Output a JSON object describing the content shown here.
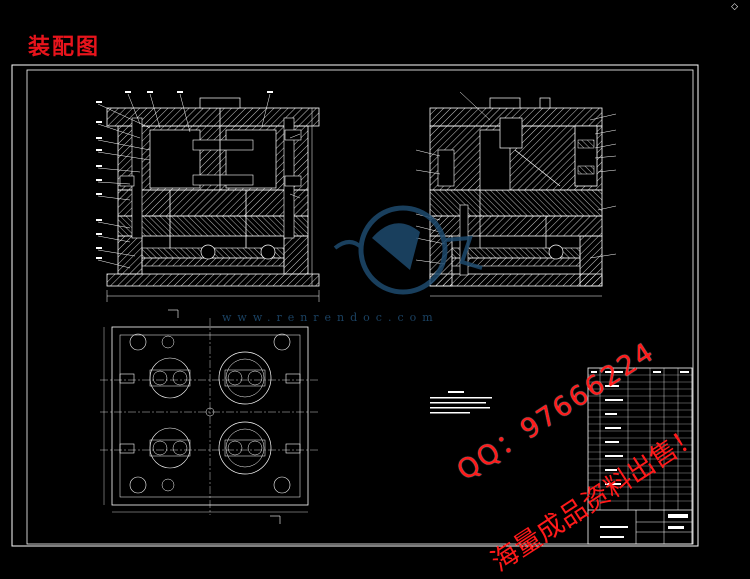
{
  "page": {
    "title": "装配图",
    "corner_glyph": "◇"
  },
  "drawing": {
    "icon": "mold-assembly-drawing",
    "line_color": "#ffffff",
    "hatch_color": "#ffffff",
    "centerline_color": "#ffffff"
  },
  "watermark": {
    "site": "www.renrendoc.com",
    "qq_line": "QQ：97666224",
    "sale_line": "海量成品资料出售！",
    "qq_color": "#ff1a1a",
    "logo_color": "#1e4a6e"
  }
}
